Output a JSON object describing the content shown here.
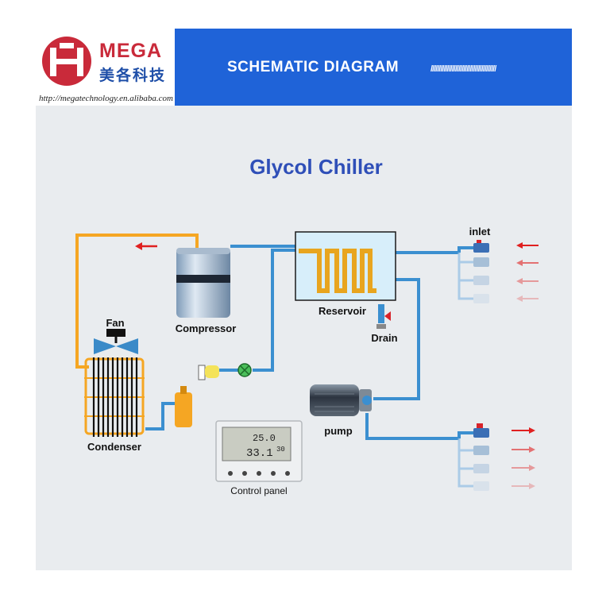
{
  "header": {
    "brand": "MEGA",
    "brand_cn": "美各科技",
    "url": "http://megatechnology.en.alibaba.com",
    "title": "SCHEMATIC DIAGRAM",
    "title_deco": "////////////////////////////////////////"
  },
  "diagram": {
    "title": "Glycol Chiller",
    "labels": {
      "fan": "Fan",
      "compressor": "Compressor",
      "condenser": "Condenser",
      "reservoir": "Reservoir",
      "drain": "Drain",
      "inlet": "inlet",
      "pump": "pump",
      "control_panel": "Control panel"
    },
    "display": {
      "upper": "25.0",
      "lower": "33.1",
      "side": "30"
    }
  },
  "colors": {
    "header_blue": "#1f63d8",
    "brand_red": "#c92a3a",
    "pipe_blue": "#3b8fd0",
    "pipe_orange": "#f5a623",
    "arrow_red": "#e02020",
    "title_blue": "#2f4fb8"
  }
}
